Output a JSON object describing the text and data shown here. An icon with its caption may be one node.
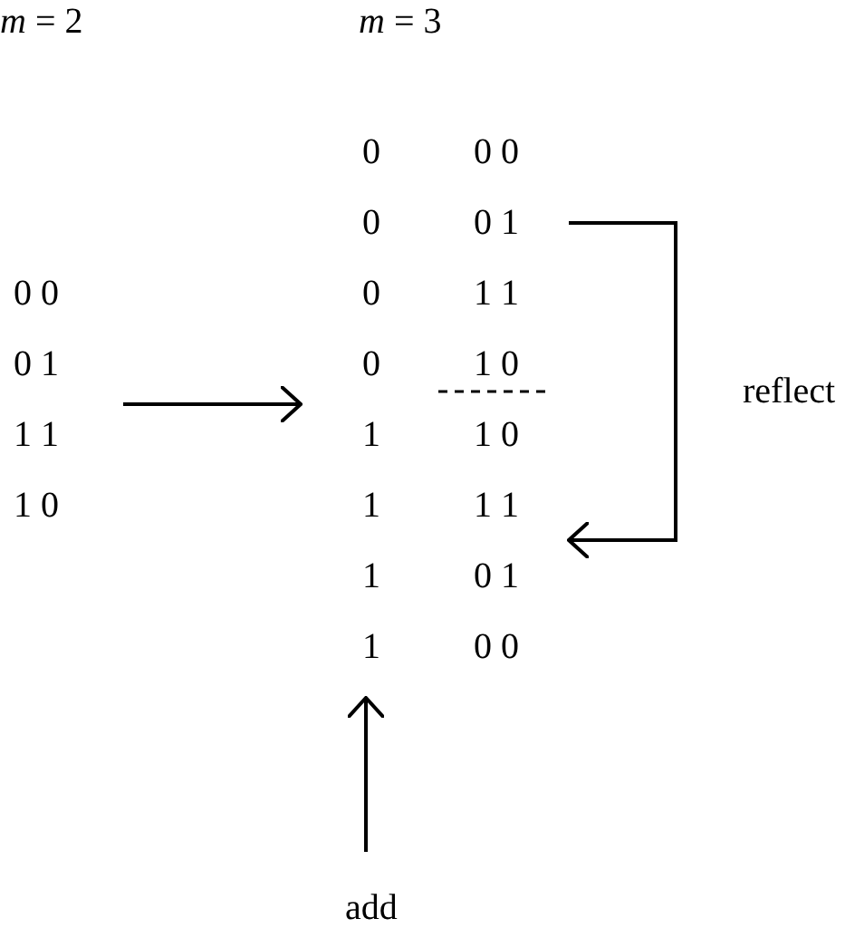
{
  "diagram": {
    "nodes": [
      {
        "text": [
          "0 0",
          "0 1",
          "1 1",
          "1 0"
        ]
      },
      {
        "text": [
          "0",
          "0",
          "0",
          "0",
          "1",
          "1",
          "1",
          "1"
        ]
      },
      {
        "text": [
          "0 0",
          "0 1",
          "1 1",
          "1 0"
        ]
      },
      {
        "text": [
          "1 0",
          "1 1",
          "0 1",
          "0 0"
        ]
      },
      {
        "text": [
          "add"
        ]
      }
    ],
    "edges": [
      {
        "from": 0,
        "to": 1,
        "arrow": "to"
      },
      {
        "from": 2,
        "to": 3,
        "arrow": "to",
        "label": "reflect"
      },
      {
        "from": 4,
        "to": 1,
        "arrow": "to"
      }
    ],
    "labels": [
      "*m* = 2",
      "*m* = 3"
    ]
  }
}
